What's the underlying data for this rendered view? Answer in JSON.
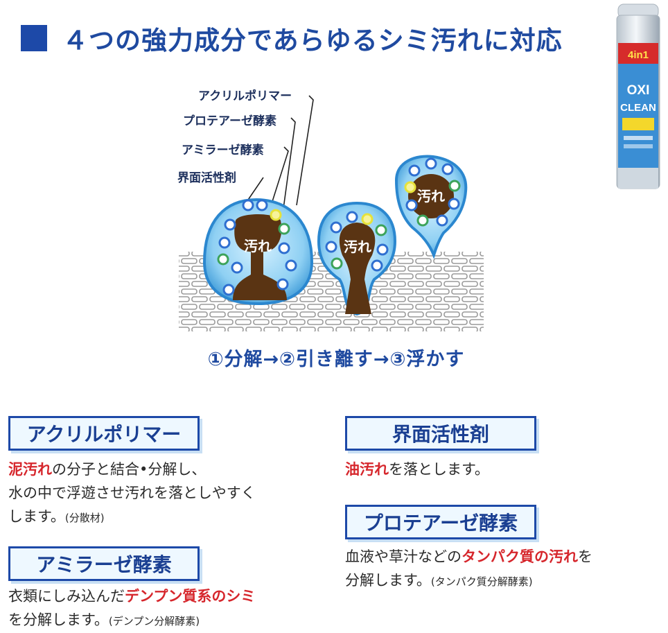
{
  "title": "４つの強力成分であらゆるシミ汚れに対応",
  "diagram": {
    "labels": {
      "acrylic": "アクリルポリマー",
      "protease": "プロテアーゼ酵素",
      "amylase": "アミラーゼ酵素",
      "surfactant": "界面活性剤"
    },
    "stain_text": "汚れ",
    "process": "①分解→②引き離す→③浮かす"
  },
  "product": {
    "brand_line1": "OXI",
    "brand_line2": "CLEAN",
    "badge": "4in1"
  },
  "sections": {
    "acrylic": {
      "header": "アクリルポリマー",
      "line1_red": "泥汚れ",
      "line1_rest": "の分子と結合•分解し、",
      "line2": "水の中で浮遊させ汚れを落としやすく",
      "line3": "します。",
      "line3_note": "(分散材)"
    },
    "amylase": {
      "header": "アミラーゼ酵素",
      "line1_a": "衣類にしみ込んだ",
      "line1_red": "デンプン質系のシミ",
      "line2": "を分解します。",
      "line2_note": "(デンプン分解酵素)"
    },
    "surfactant": {
      "header": "界面活性剤",
      "line1_red": "油汚れ",
      "line1_rest": "を落とします。"
    },
    "protease": {
      "header": "プロテアーゼ酵素",
      "line1_a": "血液や草汁などの",
      "line1_red": "タンパク質の汚れ",
      "line1_b": "を",
      "line2": "分解します。",
      "line2_note": "(タンパク質分解酵素)"
    }
  },
  "colors": {
    "title_blue": "#1f4aa0",
    "accent_red": "#d6262c",
    "bubble_blue": "#3f9bd8",
    "stain_brown": "#5a3413"
  }
}
